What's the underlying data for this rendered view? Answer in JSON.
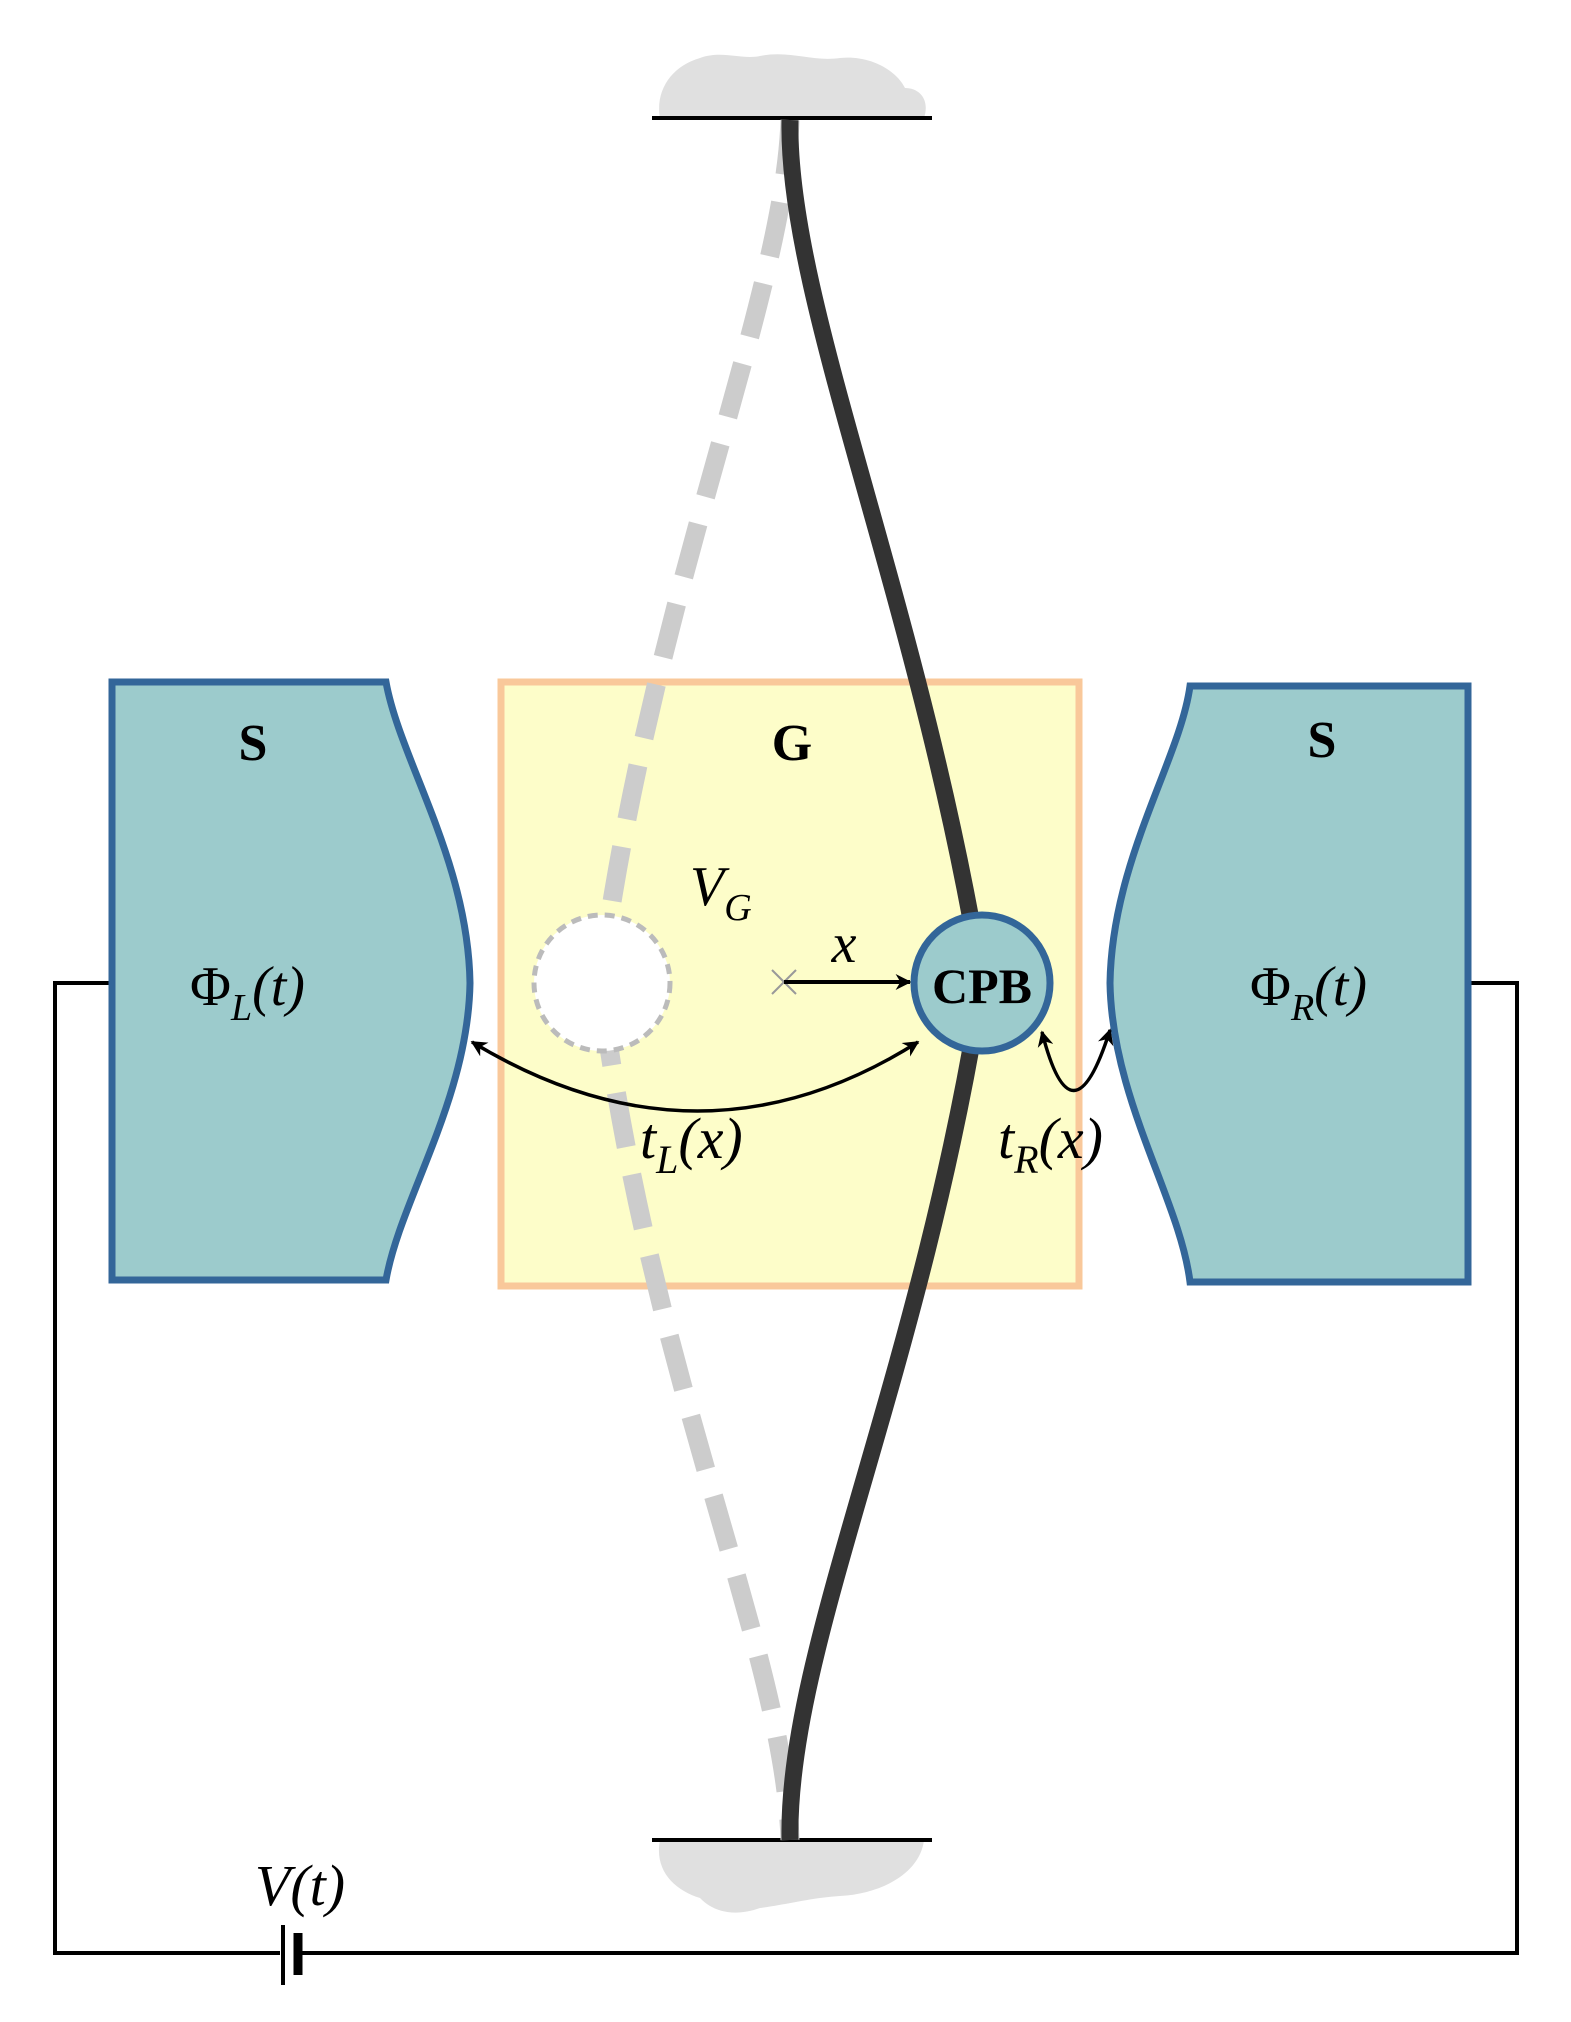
{
  "labels": {
    "left_lead": "S",
    "gate": "G",
    "right_lead": "S",
    "gate_voltage_base": "V",
    "gate_voltage_sub": "G",
    "phase_left_base": "Φ",
    "phase_left_sub": "L",
    "phase_left_arg": "(t)",
    "phase_right_base": "Φ",
    "phase_right_sub": "R",
    "phase_right_arg": "(t)",
    "displacement": "x",
    "island": "CPB",
    "tunnel_left_base": "t",
    "tunnel_left_sub": "L",
    "tunnel_left_arg": "(x)",
    "tunnel_right_base": "t",
    "tunnel_right_sub": "R",
    "tunnel_right_arg": "(x)",
    "bias_voltage": "V(t)"
  },
  "colors": {
    "lead_fill": "#9ccbcc",
    "lead_stroke": "#336699",
    "gate_fill": "#fdfdc9",
    "gate_stroke": "#f9c89a",
    "beam": "#333333",
    "beam_ghost": "#cccccc",
    "anchor": "#e0e0e0",
    "island_fill": "#9ccbcc",
    "island_stroke": "#336699",
    "wire": "#000000"
  }
}
